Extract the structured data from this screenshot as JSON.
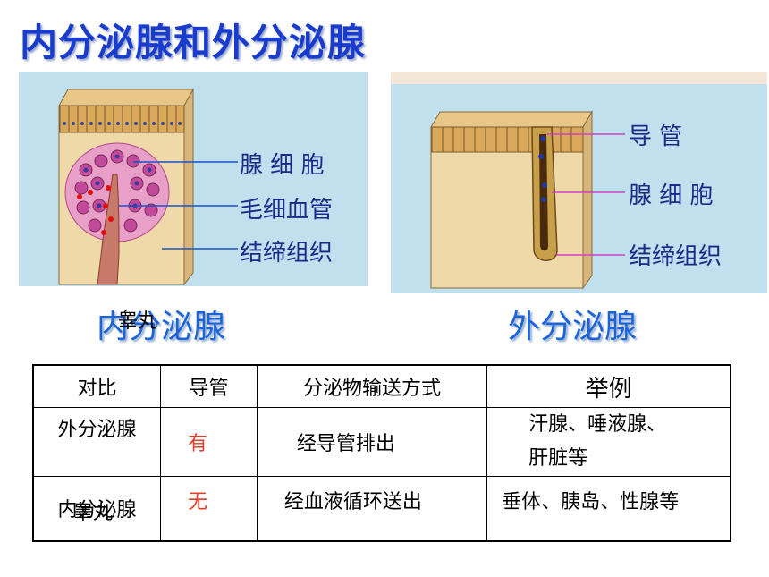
{
  "title": "内分泌腺和外分泌腺",
  "left_panel": {
    "labels": [
      "腺 细 胞",
      "毛细血管",
      "结缔组织"
    ]
  },
  "right_panel": {
    "labels": [
      "导    管",
      "腺 细 胞",
      "结缔组织"
    ]
  },
  "captions": {
    "left": "内分泌腺",
    "left_overlap": "睾丸",
    "right": "外分泌腺"
  },
  "table": {
    "headers": [
      "对比",
      "导管",
      "分泌物输送方式",
      "举例"
    ],
    "rows": [
      {
        "name": "外分泌腺",
        "duct": "有",
        "transport": "经导管排出",
        "examples": "汗腺、唾液腺、\n肝脏等"
      },
      {
        "name": "内分泌腺",
        "name_overlap": "睾丸",
        "duct": "无",
        "transport": "经血液循环送出",
        "examples": "垂体、胰岛、性腺等"
      }
    ]
  },
  "colors": {
    "title": "#1a3ccc",
    "caption": "#1a64d8",
    "red": "#e0402a",
    "panel_bg": "#bfe0ec"
  }
}
